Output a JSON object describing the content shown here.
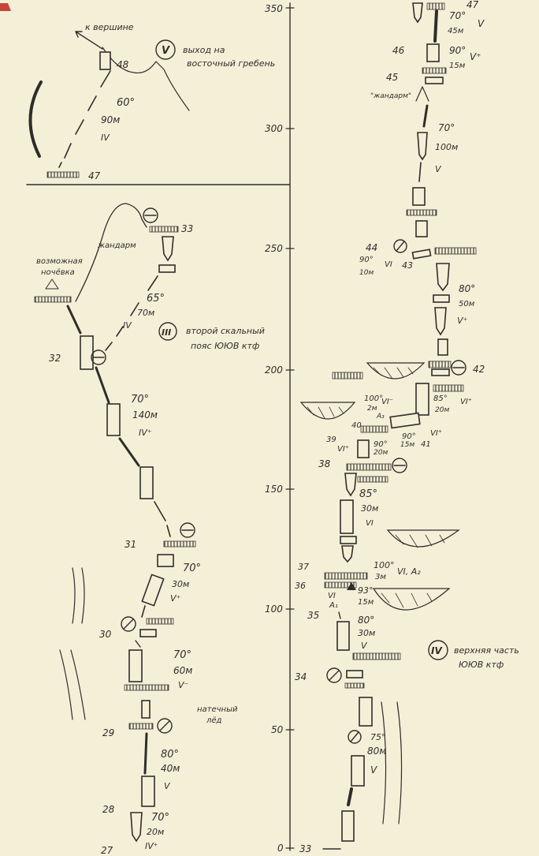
{
  "scale": {
    "ticks": [
      "350",
      "300",
      "250",
      "200",
      "150",
      "100",
      "50",
      "0"
    ]
  },
  "sections": {
    "v_label": "выход на восточный гребень",
    "v_label_line1": "выход на",
    "v_label_line2": "восточный гребень",
    "v_numeral": "V",
    "iii_label_line1": "второй скальный",
    "iii_label_line2": "пояс ЮЮВ ктф",
    "iii_numeral": "III",
    "iv_label_line1": "верхняя часть",
    "iv_label_line2": "ЮЮВ ктф",
    "iv_numeral": "IV"
  },
  "annotations": {
    "to_summit": "к вершине",
    "gendarme_left": "жандарм",
    "gendarme_right": "\"жандарм\"",
    "bivouac_line1": "возможная",
    "bivouac_line2": "ночёвка",
    "ice_line1": "натечный",
    "ice_line2": "лёд"
  },
  "stations": [
    "47",
    "48",
    "33",
    "32",
    "31",
    "30",
    "29",
    "28",
    "27",
    "46",
    "45",
    "44",
    "43",
    "42",
    "41",
    "40",
    "39",
    "38",
    "37",
    "36",
    "35",
    "34",
    "33"
  ],
  "pitches": {
    "left": [
      {
        "angle": "60°",
        "length": "90м",
        "grade": "IV"
      },
      {
        "angle": "65°",
        "length": "70м",
        "grade": "IV"
      },
      {
        "angle": "70°",
        "length": "140м",
        "grade": "IV⁺"
      },
      {
        "angle": "70°",
        "length": "30м",
        "grade": "V⁺"
      },
      {
        "angle": "70°",
        "length": "60м",
        "grade": "V⁻"
      },
      {
        "angle": "80°",
        "length": "40м",
        "grade": "V"
      },
      {
        "angle": "70°",
        "length": "20м",
        "grade": "IV⁺"
      }
    ],
    "right": [
      {
        "angle": "70°",
        "length": "45м",
        "grade": "V"
      },
      {
        "angle": "90°",
        "length": "15м",
        "grade": "V⁺"
      },
      {
        "angle": "70°",
        "length": "100м",
        "grade": "V"
      },
      {
        "angle": "90°",
        "length": "10м",
        "grade": "VI"
      },
      {
        "angle": "80°",
        "length": "50м",
        "grade": "V⁺"
      },
      {
        "angle": "85°",
        "length": "20м",
        "grade": "VI⁺"
      },
      {
        "angle": "100°",
        "length": "2м",
        "grade": "VI⁻",
        "extra": "A₃"
      },
      {
        "angle": "90°",
        "length": "15м",
        "grade": "VI⁺"
      },
      {
        "angle": "90°",
        "length": "20м",
        "grade": "VI⁺"
      },
      {
        "angle": "85°",
        "length": "30м",
        "grade": "VI"
      },
      {
        "angle": "100°",
        "length": "3м",
        "grade": "VI, A₂"
      },
      {
        "angle": "93°",
        "length": "15м",
        "grade": "VI",
        "extra": "A₁"
      },
      {
        "angle": "80°",
        "length": "30м",
        "grade": "V"
      },
      {
        "angle": "75°",
        "length": "80м",
        "grade": "V"
      }
    ]
  },
  "colors": {
    "paper": "#f4f0d8",
    "ink": "#2f2d2b"
  }
}
